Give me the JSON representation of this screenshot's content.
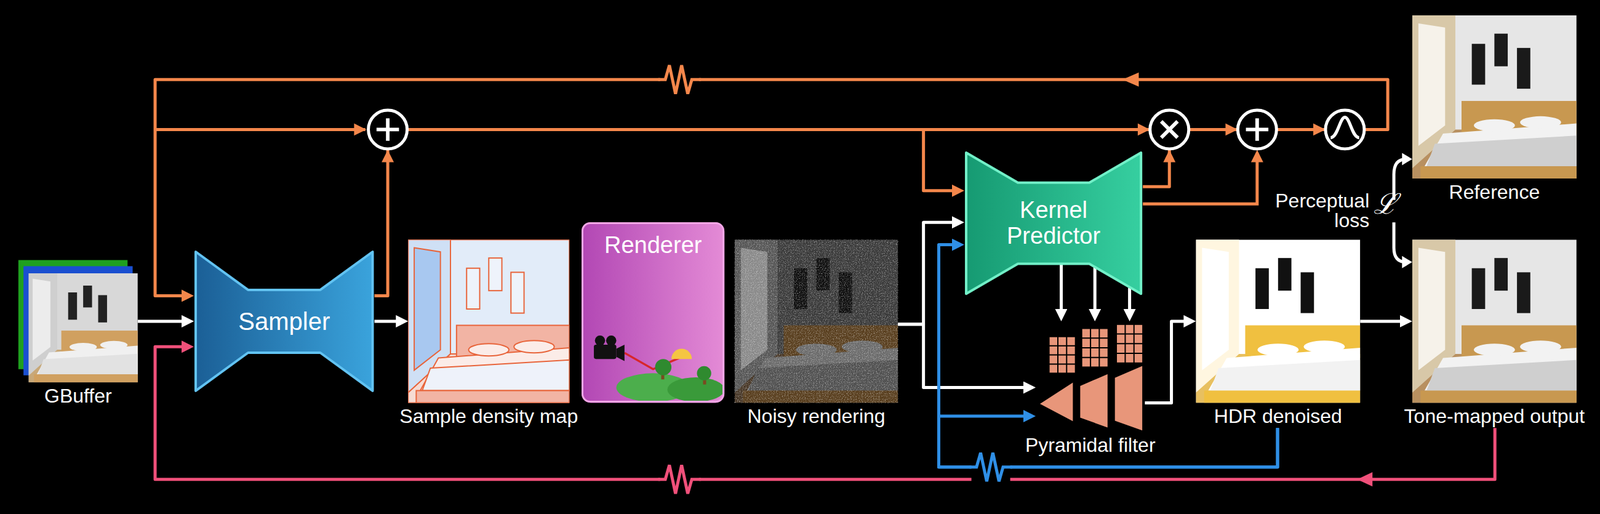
{
  "diagram": {
    "nodes": [
      {
        "text": [
          "GBuffer"
        ]
      },
      {
        "text": [
          "Sampler"
        ]
      },
      {
        "text": [
          "Sample density map"
        ]
      },
      {
        "text": [
          "Renderer"
        ]
      },
      {
        "text": [
          "Noisy rendering"
        ]
      },
      {
        "text": [
          "Kernel Predictor"
        ]
      },
      {
        "text": [
          "Pyramidal filter"
        ]
      },
      {
        "text": [
          "HDR denoised"
        ]
      },
      {
        "text": [
          "Reference"
        ]
      },
      {
        "text": [
          "Tone-mapped output"
        ]
      }
    ],
    "edges": [
      {
        "from": 0,
        "to": 1,
        "arrow": "to"
      },
      {
        "from": 1,
        "to": 2,
        "arrow": "to"
      },
      {
        "from": 4,
        "to": 5,
        "arrow": "to"
      },
      {
        "from": 4,
        "to": 6,
        "arrow": "to"
      },
      {
        "from": 5,
        "to": 6,
        "arrow": "to"
      },
      {
        "from": 5,
        "to": 6,
        "arrow": "to"
      },
      {
        "from": 5,
        "to": 6,
        "arrow": "to"
      },
      {
        "from": 6,
        "to": 7,
        "arrow": "to"
      },
      {
        "from": 7,
        "to": 9,
        "arrow": "to"
      },
      {
        "from": 7,
        "to": 5,
        "arrow": "to"
      },
      {
        "from": 7,
        "to": 6,
        "arrow": "to"
      },
      {
        "from": 9,
        "to": 1,
        "arrow": "to"
      },
      {
        "from": 1,
        "to": 5,
        "arrow": "to"
      },
      {
        "from": 5,
        "to": 1,
        "arrow": "to"
      }
    ],
    "labels": [
      "Perceptual loss",
      "ℒ"
    ]
  }
}
